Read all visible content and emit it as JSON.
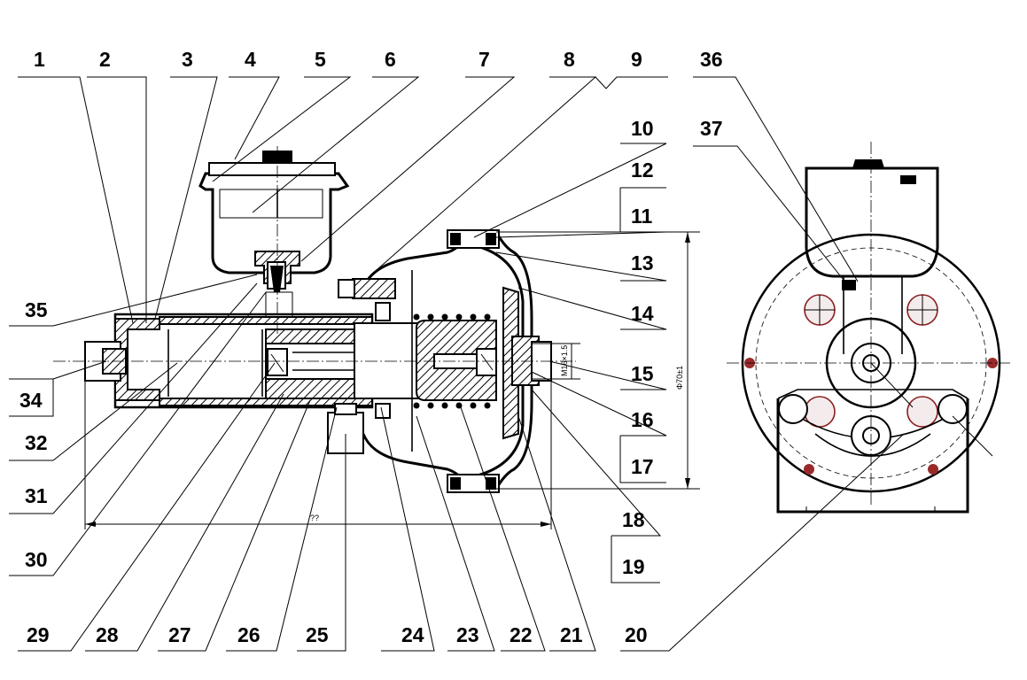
{
  "title": "",
  "part_numbers": [
    "1",
    "2",
    "3",
    "4",
    "5",
    "6",
    "7",
    "8",
    "9",
    "10",
    "11",
    "12",
    "13",
    "14",
    "15",
    "16",
    "17",
    "18",
    "19",
    "20",
    "21",
    "22",
    "23",
    "24",
    "25",
    "26",
    "27",
    "28",
    "29",
    "30",
    "31",
    "32",
    "34",
    "35",
    "36",
    "37"
  ],
  "dimensions": {
    "height": "Φ70±1",
    "length": "??",
    "thread": "M16×1.5"
  },
  "colors": {
    "line": "#000000",
    "bolt": "#8a2020",
    "background": "#ffffff"
  }
}
